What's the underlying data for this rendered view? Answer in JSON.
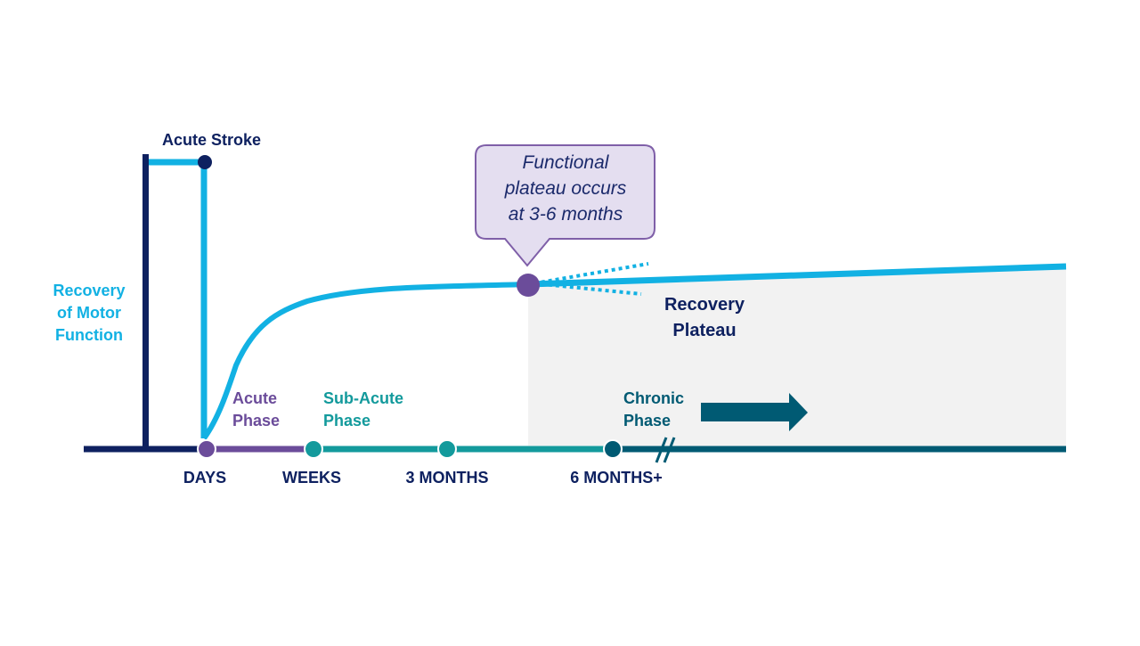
{
  "labels": {
    "acute_stroke": "Acute Stroke",
    "y_axis": [
      "Recovery",
      "of Motor",
      "Function"
    ],
    "callout": [
      "Functional",
      "plateau occurs",
      "at  3-6 months"
    ],
    "recovery_plateau": [
      "Recovery",
      "Plateau"
    ],
    "acute_phase": [
      "Acute",
      "Phase"
    ],
    "subacute_phase": [
      "Sub-Acute",
      "Phase"
    ],
    "chronic_phase": [
      "Chronic",
      "Phase"
    ]
  },
  "timeline": {
    "ticks": [
      "DAYS",
      "WEEKS",
      "3 MONTHS",
      "6 MONTHS+"
    ]
  },
  "colors": {
    "navy": "#0e2160",
    "cyan": "#12b1e3",
    "purple": "#6b4c9a",
    "teal": "#139a9c",
    "dark_teal": "#005a73",
    "plateau_fill": "#f2f2f2",
    "callout_fill": "#e4def0",
    "callout_border": "#7f5fa8"
  }
}
